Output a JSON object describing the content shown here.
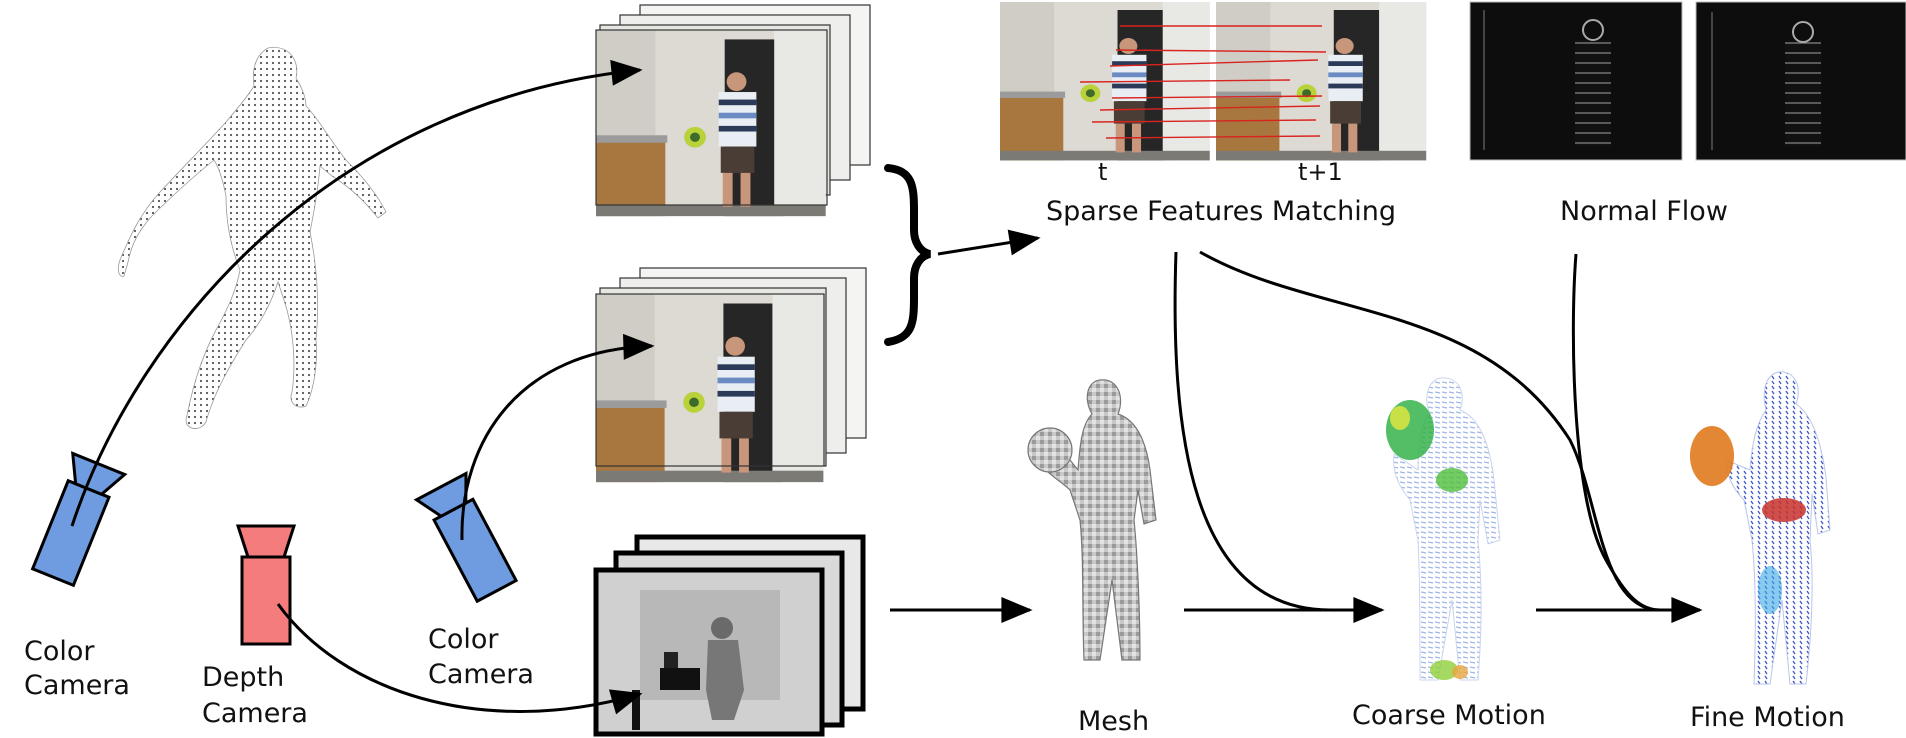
{
  "labels": {
    "color_camera_left": [
      "Color",
      "Camera"
    ],
    "depth_camera": [
      "Depth",
      "Camera"
    ],
    "color_camera_right": [
      "Color",
      "Camera"
    ],
    "frame_t": "t",
    "frame_t1": "t+1",
    "sparse_matching": "Sparse Features Matching",
    "normal_flow": "Normal Flow",
    "mesh": "Mesh",
    "coarse_motion": "Coarse Motion",
    "fine_motion": "Fine Motion"
  },
  "colors": {
    "color_camera": "#6f9ce0",
    "depth_camera": "#f47c7c",
    "arrow": "#000000",
    "match_line": "#d9231f"
  },
  "icons": {
    "color_camera_left": "color-camera-icon",
    "depth_camera": "depth-camera-icon",
    "color_camera_right": "color-camera-icon"
  }
}
